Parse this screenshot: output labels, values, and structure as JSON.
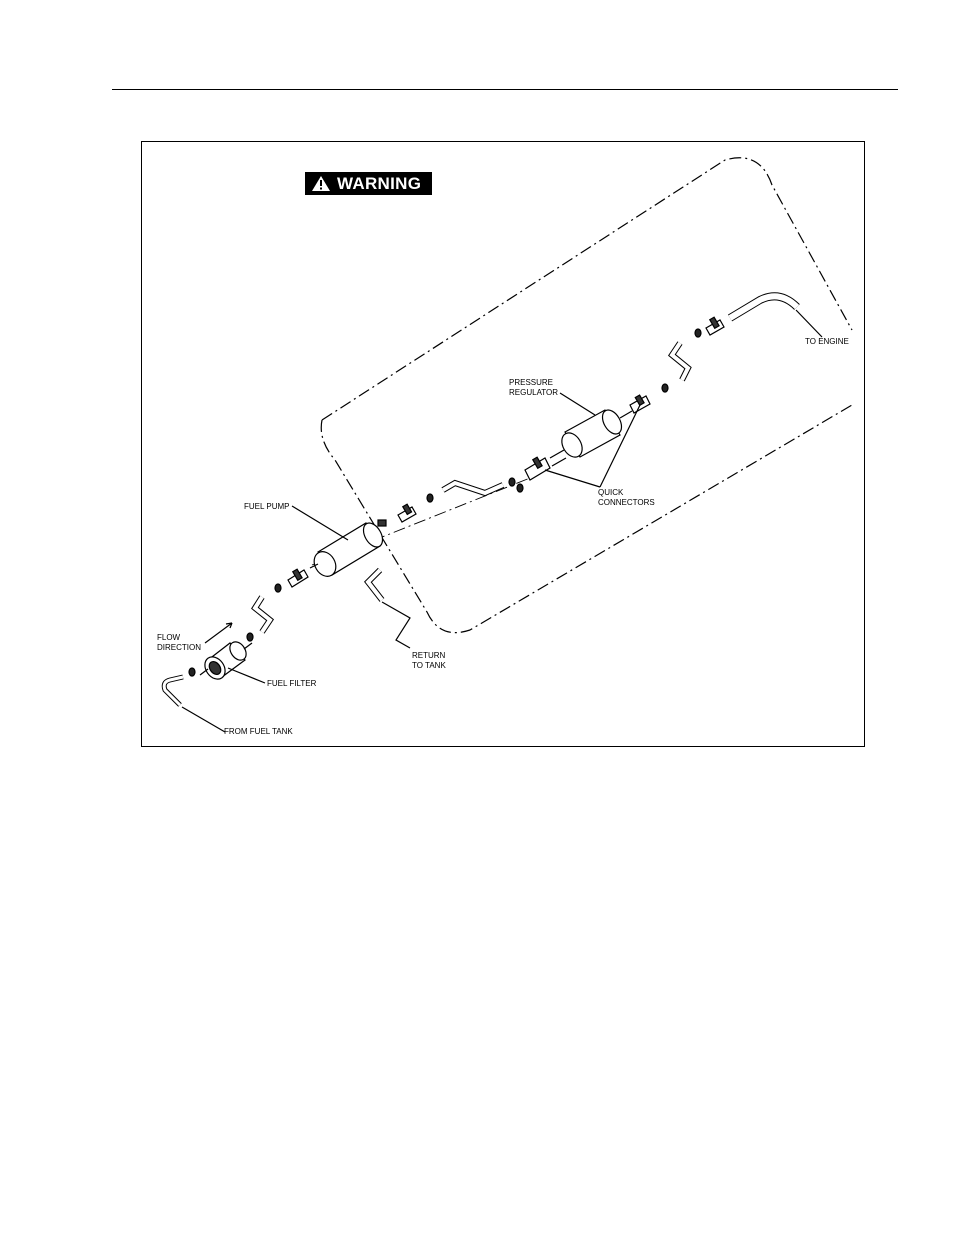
{
  "page": {
    "warning_label": "WARNING",
    "warning_icon": "exclamation-triangle-icon"
  },
  "figure": {
    "labels": {
      "to_engine": "TO ENGINE",
      "pressure_regulator": "PRESSURE\nREGULATOR",
      "fuel_pump": "FUEL PUMP",
      "quick_connectors": "QUICK\nCONNECTORS",
      "flow_direction": "FLOW\nDIRECTION",
      "fuel_filter": "FUEL FILTER",
      "return_to_tank": "RETURN\nTO TANK",
      "from_fuel_tank": "FROM FUEL TANK"
    }
  }
}
